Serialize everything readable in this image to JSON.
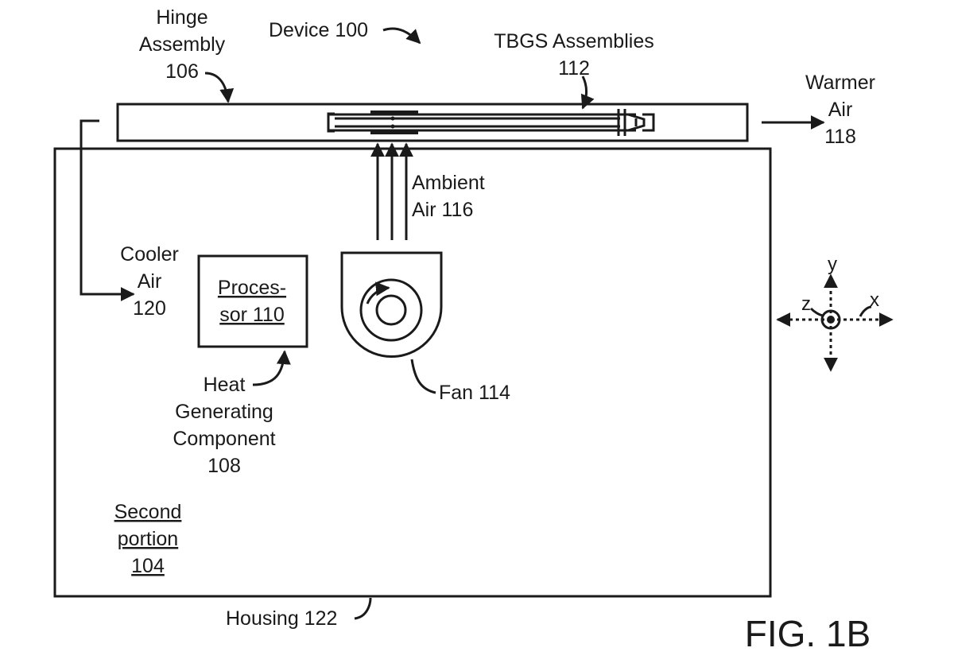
{
  "labels": {
    "hinge_line1": "Hinge",
    "hinge_line2": "Assembly",
    "hinge_line3": "106",
    "device": "Device 100",
    "tbgs_line1": "TBGS Assemblies",
    "tbgs_line2": "112",
    "warmer_line1": "Warmer",
    "warmer_line2": "Air",
    "warmer_line3": "118",
    "ambient_line1": "Ambient",
    "ambient_line2": "Air 116",
    "cooler_line1": "Cooler",
    "cooler_line2": "Air",
    "cooler_line3": "120",
    "processor_line1": "Proces-",
    "processor_line2": "sor 110",
    "heat_line1": "Heat",
    "heat_line2": "Generating",
    "heat_line3": "Component",
    "heat_line4": "108",
    "fan": "Fan 114",
    "second_line1": "Second",
    "second_line2": "portion",
    "second_line3": "104",
    "housing": "Housing 122",
    "fig": "FIG. 1B"
  },
  "axes": {
    "x": "x",
    "y": "y",
    "z": "z"
  }
}
